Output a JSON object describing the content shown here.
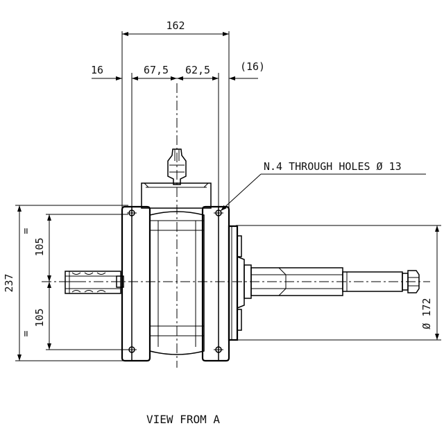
{
  "dimensions": {
    "overall_width": "162",
    "left_flange": "16",
    "left_offset": "67,5",
    "right_offset": "62,5",
    "right_flange": "(16)",
    "overall_height": "237",
    "upper_half": "105",
    "lower_half": "105",
    "equal_mark_top": "=",
    "equal_mark_bottom": "=",
    "output_flange_diameter": "Ø 172"
  },
  "note": {
    "holes": "N.4 THROUGH HOLES  Ø 13"
  },
  "caption": "VIEW FROM A"
}
